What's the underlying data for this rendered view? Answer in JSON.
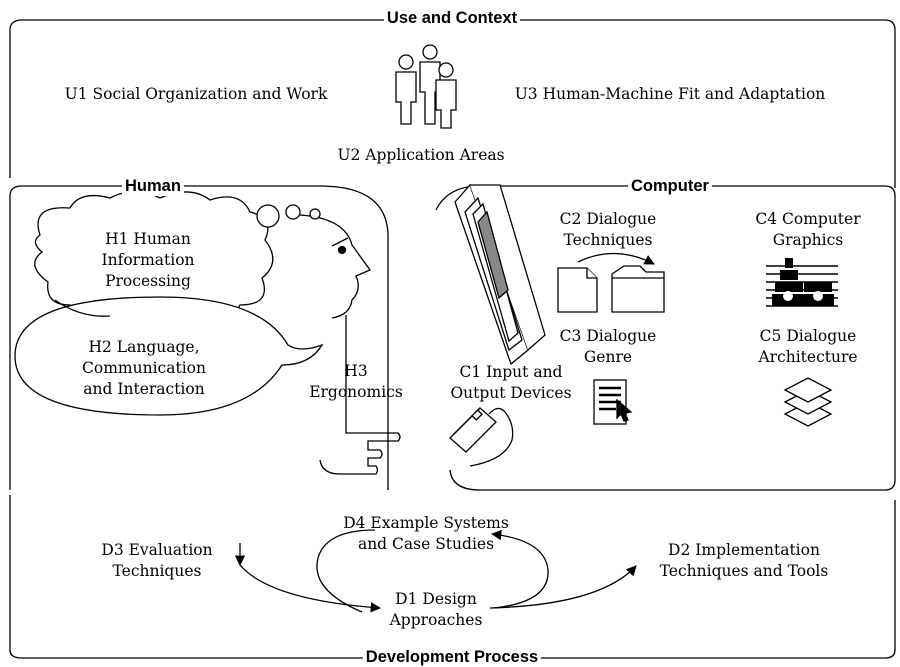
{
  "sections": {
    "use": "Use and Context",
    "human": "Human",
    "computer": "Computer",
    "development": "Development Process"
  },
  "labels": {
    "u1": "U1 Social Organization and Work",
    "u2": "U2 Application Areas",
    "u3": "U3 Human-Machine Fit and Adaptation",
    "h1": [
      "H1 Human",
      "Information",
      "Processing"
    ],
    "h2": [
      "H2 Language,",
      "Communication",
      "and Interaction"
    ],
    "h3": [
      "H3",
      "Ergonomics"
    ],
    "c1": [
      "C1 Input and",
      "Output Devices"
    ],
    "c2": [
      "C2 Dialogue",
      "Techniques"
    ],
    "c3": [
      "C3 Dialogue",
      "Genre"
    ],
    "c4": [
      "C4 Computer",
      "Graphics"
    ],
    "c5": [
      "C5 Dialogue",
      "Architecture"
    ],
    "d1": [
      "D1 Design",
      "Approaches"
    ],
    "d2": [
      "D2 Implementation",
      "Techniques and Tools"
    ],
    "d3": [
      "D3 Evaluation",
      "Techniques"
    ],
    "d4": [
      "D4 Example Systems",
      "and Case Studies"
    ]
  },
  "icons": [
    "people-icon",
    "head-profile-icon",
    "monitor-icon",
    "mouse-icon",
    "documents-icon",
    "folder-icon",
    "form-icon",
    "graphics-icon",
    "layers-icon"
  ]
}
